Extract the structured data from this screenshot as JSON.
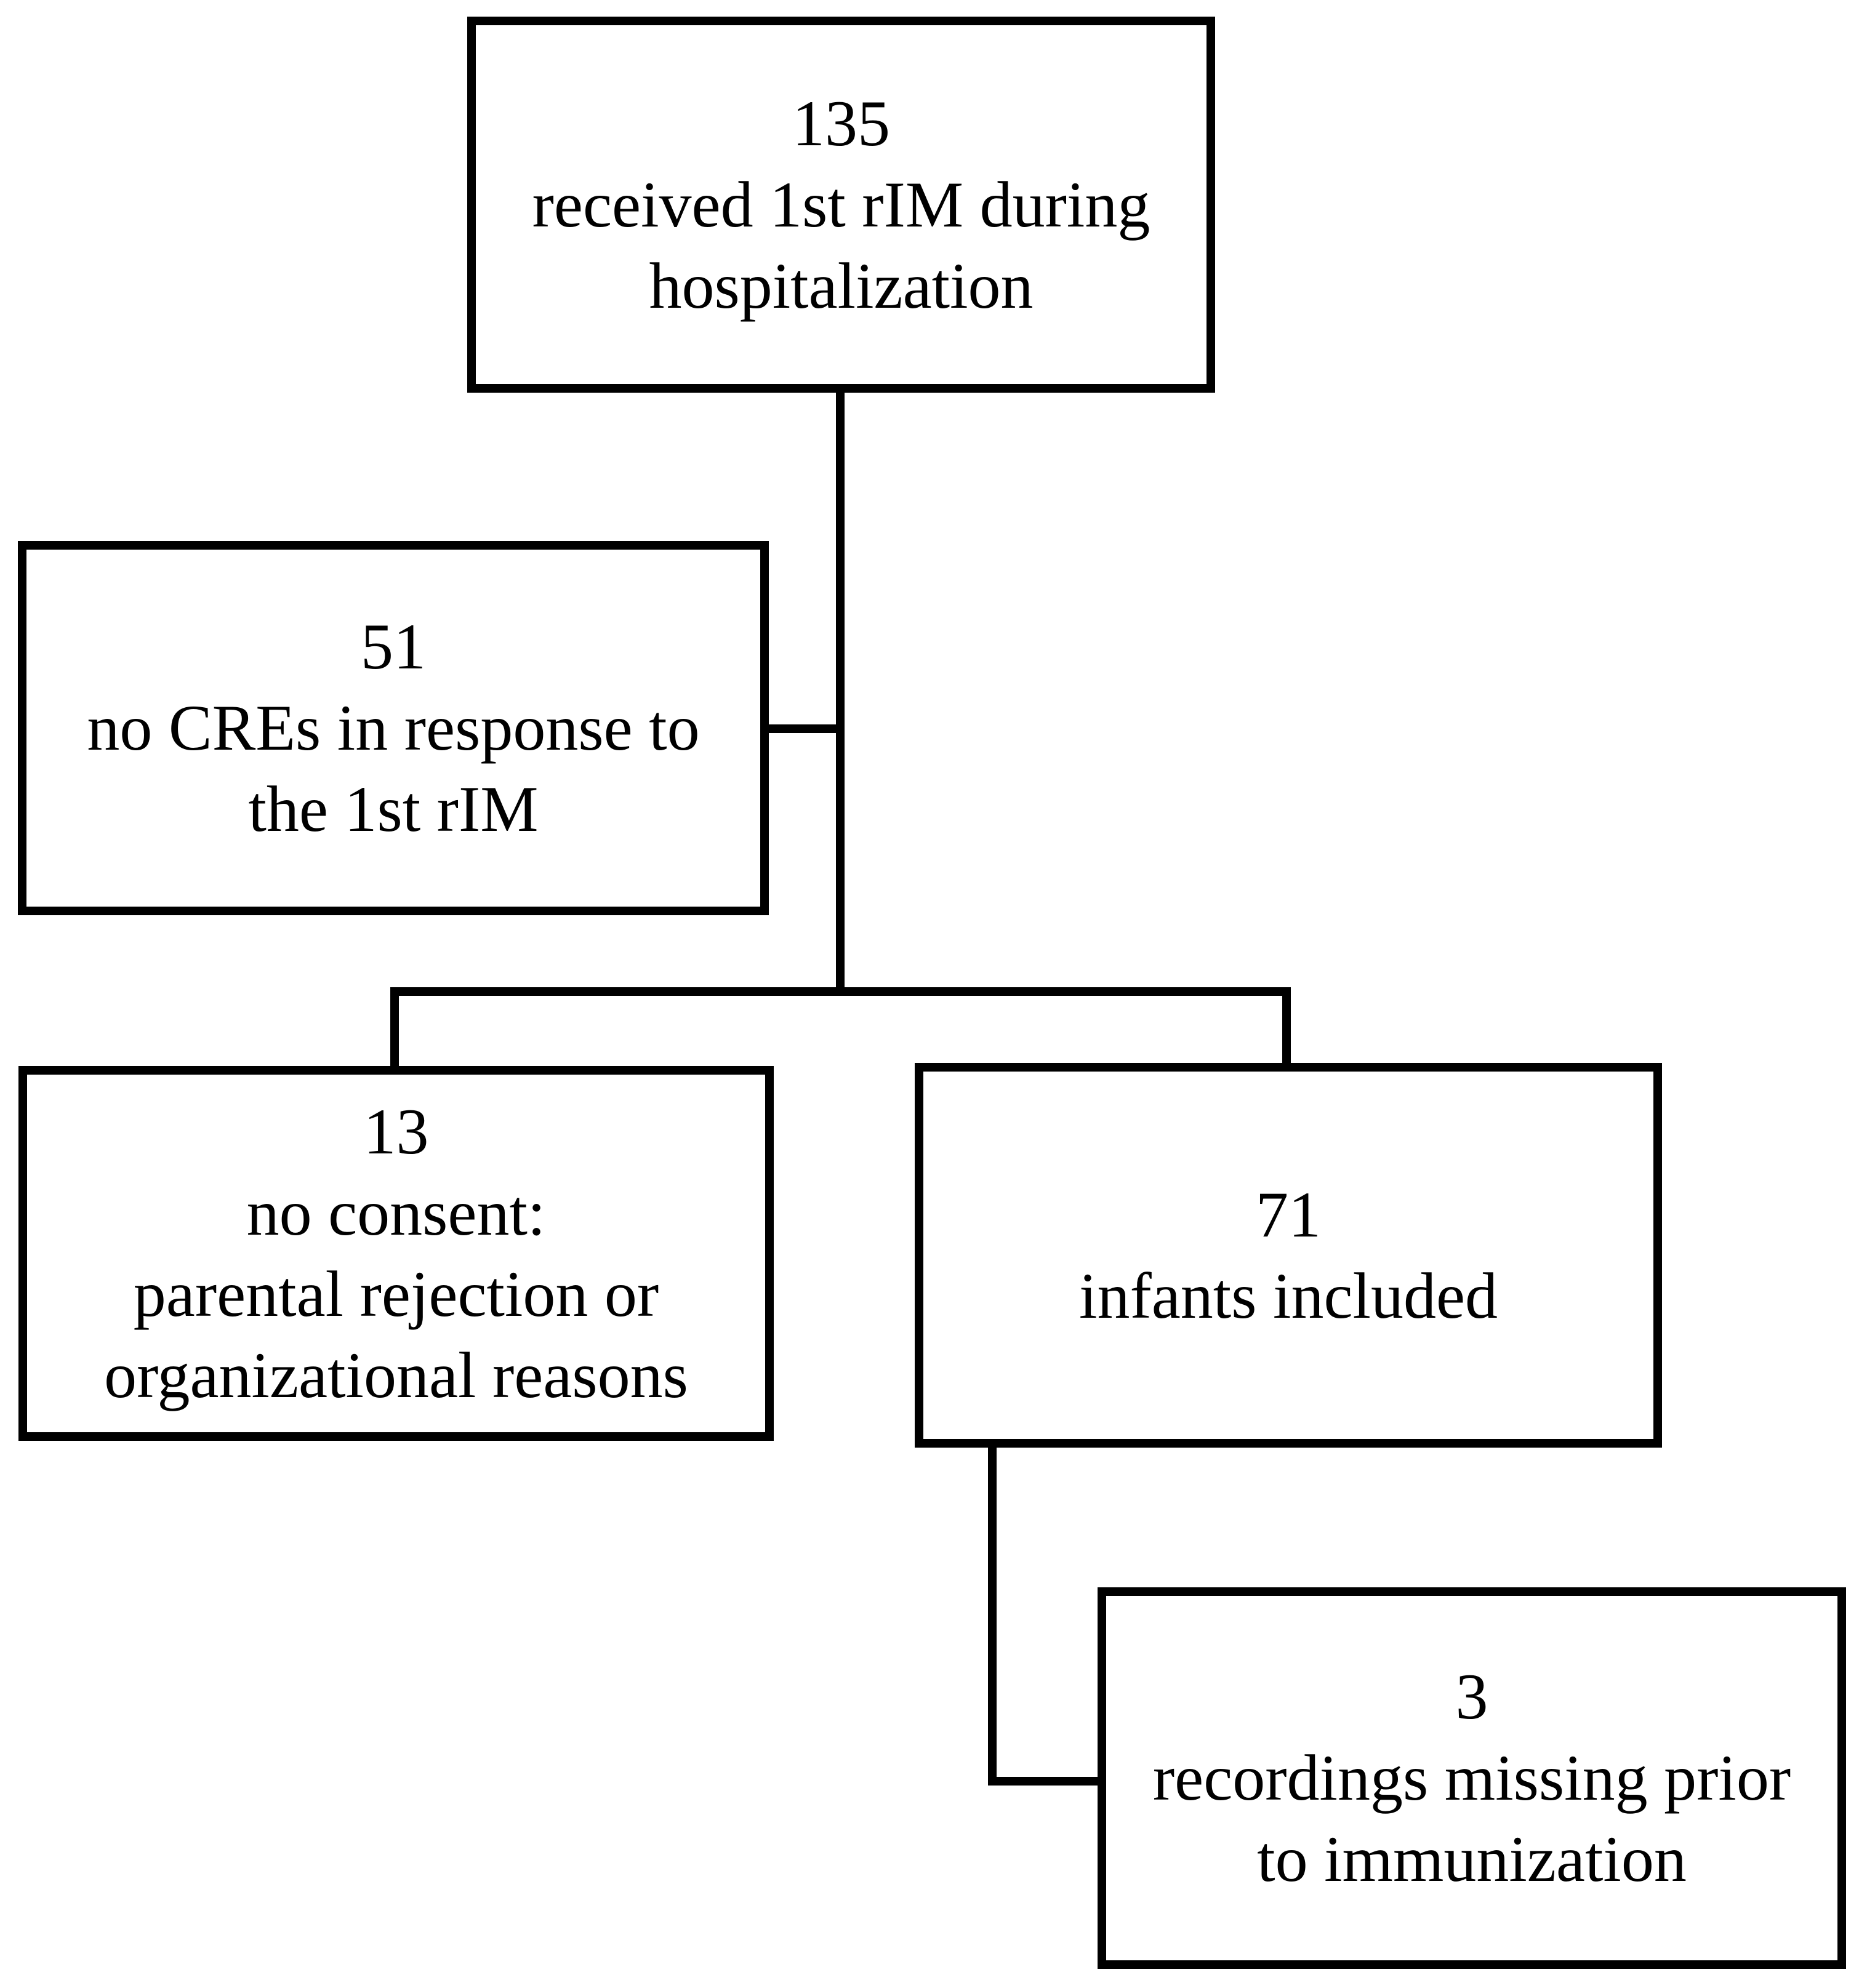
{
  "diagram": {
    "type": "flowchart",
    "background_color": "#ffffff",
    "line_color": "#000000",
    "boxes": [
      {
        "id": "received-rim",
        "count": "135",
        "lines": [
          "135",
          "received 1st rIM during",
          "hospitalization"
        ]
      },
      {
        "id": "no-cres",
        "count": "51",
        "lines": [
          "51",
          "no CREs in response to",
          "the 1st rIM"
        ]
      },
      {
        "id": "no-consent",
        "count": "13",
        "lines": [
          "13",
          "no consent:",
          "parental rejection or",
          "organizational reasons"
        ]
      },
      {
        "id": "infants-included",
        "count": "71",
        "lines": [
          "71",
          "infants included"
        ]
      },
      {
        "id": "recordings-missing",
        "count": "3",
        "lines": [
          "3",
          "recordings missing prior",
          "to immunization"
        ]
      }
    ]
  }
}
